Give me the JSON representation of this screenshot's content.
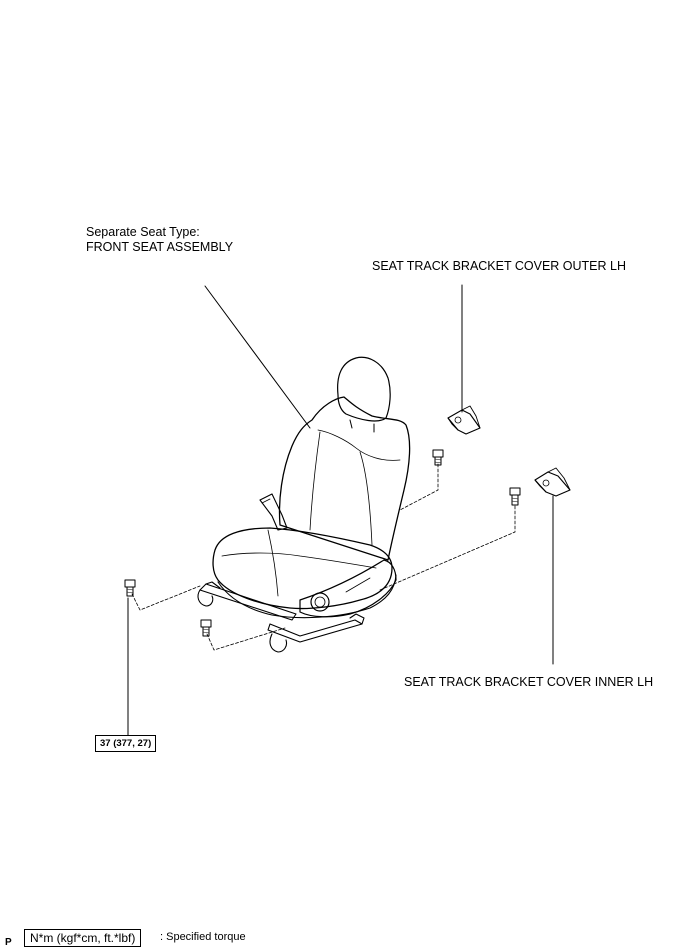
{
  "labels": {
    "seat_type": "Separate Seat Type:",
    "seat_assembly": "FRONT SEAT ASSEMBLY",
    "cover_outer": "SEAT TRACK BRACKET COVER OUTER LH",
    "cover_inner": "SEAT TRACK BRACKET COVER INNER LH"
  },
  "torque": {
    "value": "37 (377, 27)"
  },
  "legend": {
    "box_text": "N*m (kgf*cm, ft.*lbf)",
    "description": ": Specified torque"
  },
  "corner_code": "P"
}
